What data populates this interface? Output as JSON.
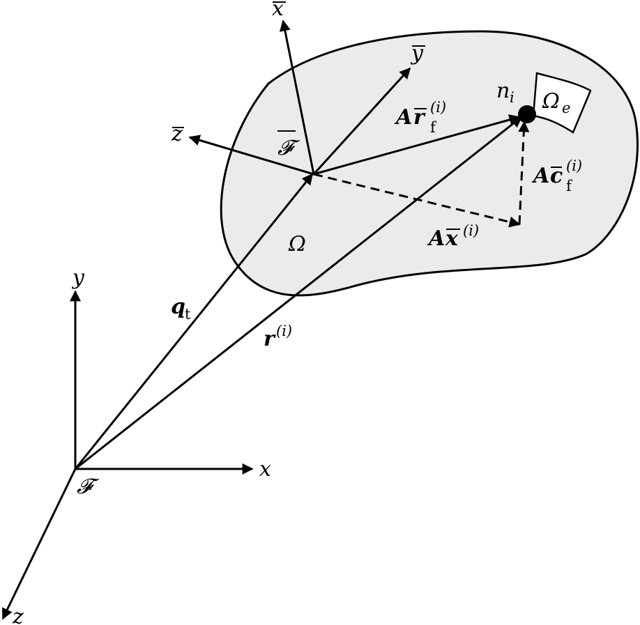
{
  "labels": {
    "inertial_frame": "𝓕",
    "inertial_x": "x",
    "inertial_y": "y",
    "inertial_z": "z",
    "body_frame": "𝓕",
    "body_x": "x",
    "body_y": "y",
    "body_z": "z",
    "body_domain": "Ω",
    "element_domain": "Ω",
    "element_domain_sub": "e",
    "node": "n",
    "node_sub": "i",
    "translation": "q",
    "translation_sub": "t",
    "position": "r",
    "superscript": "(i)",
    "A": "A",
    "rf": "r",
    "cf": "c",
    "xbar": "x",
    "f_sub": "f"
  },
  "colors": {
    "body_fill": "#ebebeb",
    "stroke": "#000000",
    "element_fill": "#ffffff"
  }
}
